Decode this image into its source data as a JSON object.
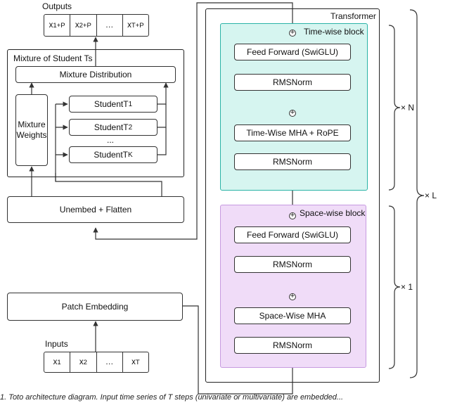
{
  "outputs": {
    "title": "Outputs",
    "cells": [
      "x",
      "x",
      "…",
      "x"
    ],
    "subs": [
      "1+P",
      "2+P",
      "",
      "T+P"
    ]
  },
  "mixture": {
    "title": "Mixture of Student Ts",
    "distribution": "Mixture Distribution",
    "weights_line1": "Mixture",
    "weights_line2": "Weights",
    "students": [
      {
        "label": "StudentT",
        "sub": "1"
      },
      {
        "label": "StudentT",
        "sub": "2"
      },
      {
        "label": "StudentT",
        "sub": "K"
      }
    ],
    "ellipsis": "..."
  },
  "unembed": "Unembed + Flatten",
  "patch_embedding": "Patch Embedding",
  "inputs": {
    "title": "Inputs",
    "cells": [
      "x",
      "x",
      "…",
      "x"
    ],
    "subs": [
      "1",
      "2",
      "",
      "T"
    ]
  },
  "transformer": {
    "title": "Transformer",
    "time_block": {
      "title": "Time-wise block",
      "ff": "Feed Forward (SwiGLU)",
      "norm1": "RMSNorm",
      "attn": "Time-Wise MHA + RoPE",
      "norm2": "RMSNorm"
    },
    "space_block": {
      "title": "Space-wise block",
      "ff": "Feed Forward (SwiGLU)",
      "norm1": "RMSNorm",
      "attn": "Space-Wise MHA",
      "norm2": "RMSNorm"
    },
    "repeat_n": "× N",
    "repeat_1": "× 1",
    "repeat_l": "× L"
  },
  "caption": "1. Toto architecture diagram. Input time series of T steps (univariate or multivariate) are embedded..."
}
